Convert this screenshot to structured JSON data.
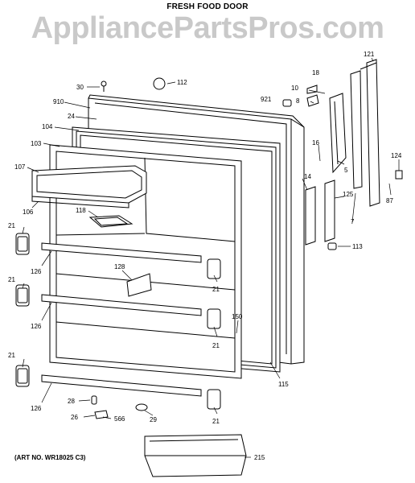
{
  "title": "FRESH FOOD DOOR",
  "watermark": "AppliancePartsPros.com",
  "art_no": "(ART NO. WR18025 C3)",
  "callouts": [
    "30",
    "112",
    "910",
    "24",
    "104",
    "103",
    "107",
    "106",
    "118",
    "921",
    "10",
    "8",
    "18",
    "121",
    "16",
    "5",
    "14",
    "124",
    "125",
    "87",
    "7",
    "113",
    "21",
    "126",
    "128",
    "150",
    "115",
    "28",
    "26",
    "566",
    "29",
    "215"
  ]
}
